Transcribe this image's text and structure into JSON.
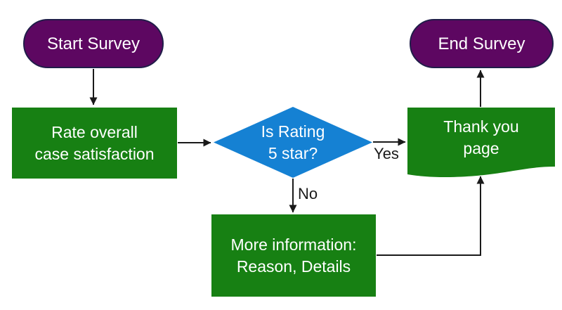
{
  "diagram": {
    "type": "flowchart",
    "background": "#FFFFFF",
    "nodes": {
      "start": {
        "label": "Start Survey",
        "shape": "terminator",
        "fill": "#5D0761",
        "border": "#201D49",
        "text_color": "#FFFFFF"
      },
      "rate": {
        "line1": "Rate overall",
        "line2": "case satisfaction",
        "shape": "process",
        "fill": "#178013",
        "text_color": "#FFFFFF"
      },
      "decision": {
        "line1": "Is Rating",
        "line2": "5 star?",
        "shape": "decision",
        "fill": "#1581D3",
        "text_color": "#FFFFFF"
      },
      "moreinfo": {
        "line1": "More information:",
        "line2": "Reason, Details",
        "shape": "process",
        "fill": "#178013",
        "text_color": "#FFFFFF"
      },
      "thankyou": {
        "line1": "Thank you",
        "line2": "page",
        "shape": "document",
        "fill": "#178013",
        "text_color": "#FFFFFF"
      },
      "end": {
        "label": "End Survey",
        "shape": "terminator",
        "fill": "#5D0761",
        "border": "#201D49",
        "text_color": "#FFFFFF"
      }
    },
    "edges": {
      "yes_label": "Yes",
      "no_label": "No",
      "arrow_color": "#1A1A1A"
    }
  }
}
